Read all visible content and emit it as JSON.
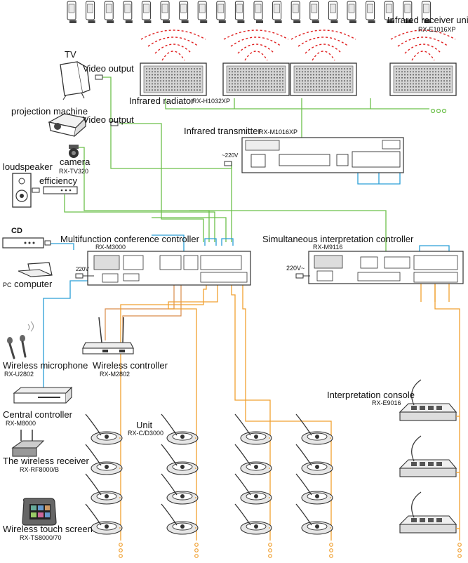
{
  "labels": {
    "tv": "TV",
    "video_output_1": "Video output",
    "projection_machine": "projection machine",
    "video_output_2": "Video output",
    "infrared_receiver_unit": "Infrared receiver unit",
    "infrared_receiver_model": "RX-E1016XP",
    "infrared_radiator": "Infrared radiator",
    "infrared_radiator_model": "RX-H1032XP",
    "infrared_transmitter": "Infrared transmitter",
    "infrared_transmitter_model": "RX-M1016XP",
    "camera": "camera",
    "camera_model": "RX-TV320",
    "loudspeaker": "loudspeaker",
    "efficiency": "efficiency",
    "cd": "CD",
    "multifunction_controller": "Multifunction conference controller",
    "multifunction_controller_model": "RX-M3000",
    "pc_computer_prefix": "PC",
    "pc_computer": "computer",
    "simultaneous_controller": "Simultaneous interpretation controller",
    "simultaneous_controller_model": "RX-M9116",
    "v220_a": "220V",
    "v220_b": "~220V",
    "v220_c": "220V~",
    "wireless_microphone": "Wireless microphone",
    "wireless_microphone_model": "RX-U2802",
    "wireless_controller": "Wireless controller",
    "wireless_controller_model": "RX-M2802",
    "central_controller": "Central  controller",
    "central_controller_model": "RX-M8000",
    "wireless_receiver": "The wireless receiver",
    "wireless_receiver_model": "RX-RF8000/B",
    "wireless_touch_screen": "Wireless touch screen",
    "wireless_touch_screen_model": "RX-TS8000/70",
    "unit": "Unit",
    "unit_model": "RX-C/D3000",
    "interpretation_console": "Interpretation console",
    "interpretation_console_model": "RX-E9016"
  },
  "colors": {
    "green_cable": "#6cc04a",
    "blue_cable": "#2a9fd6",
    "orange_cable": "#f0a030",
    "brown_cable": "#d98c4a",
    "ir_waves": "#e02020",
    "device": "#333333"
  }
}
